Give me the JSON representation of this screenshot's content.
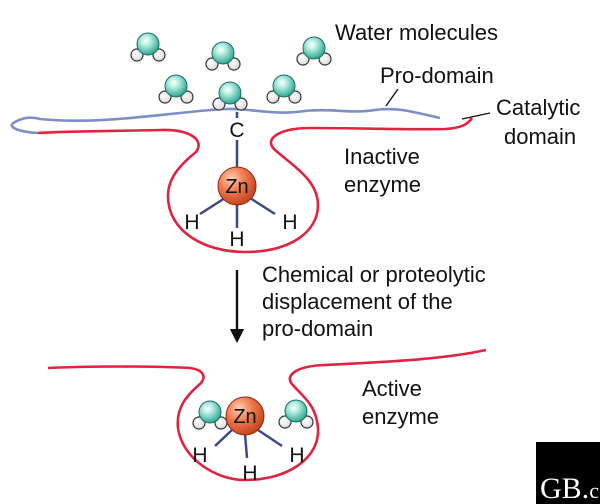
{
  "labels": {
    "water_molecules": "Water molecules",
    "pro_domain": "Pro-domain",
    "catalytic_line1": "Catalytic",
    "catalytic_line2": "domain",
    "inactive_line1": "Inactive",
    "inactive_line2": "enzyme",
    "carbon": "C",
    "zinc_top": "Zn",
    "h1": "H",
    "h2": "H",
    "h3": "H",
    "step_line1": "Chemical or proteolytic",
    "step_line2": "displacement of the",
    "step_line3": "pro-domain",
    "active_line1": "Active",
    "active_line2": "enzyme",
    "zinc_bottom": "Zn",
    "h4": "H",
    "h5": "H",
    "h6": "H",
    "logo_main": "GB.",
    "logo_tail": "c"
  },
  "colors": {
    "pro_domain": "#7b8fc4",
    "catalytic": "#e0233f",
    "bond": "#3a4a86",
    "zinc": "#e2502a",
    "water_oxygen": "#2ab29a",
    "water_hydrogen": "#ffffff"
  }
}
